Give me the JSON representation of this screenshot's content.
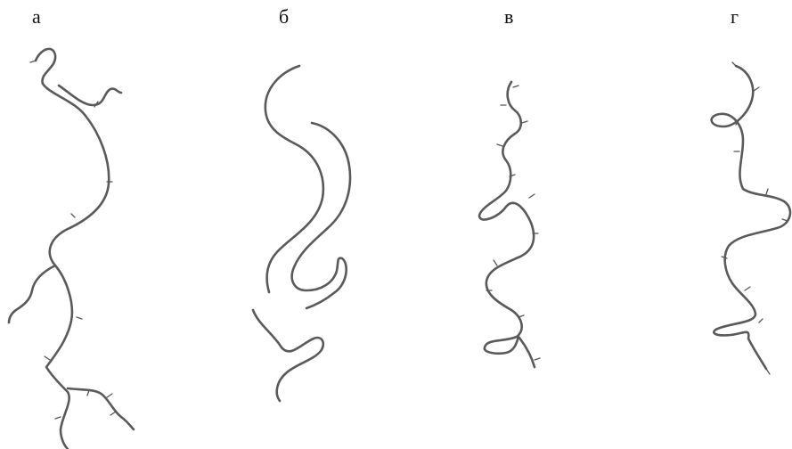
{
  "panels": [
    {
      "key": "a",
      "label": "а"
    },
    {
      "key": "b",
      "label": "б"
    },
    {
      "key": "v",
      "label": "в"
    },
    {
      "key": "g",
      "label": "г"
    }
  ],
  "colors": {
    "strand": "#5a5a5a",
    "background": "#ffffff"
  }
}
